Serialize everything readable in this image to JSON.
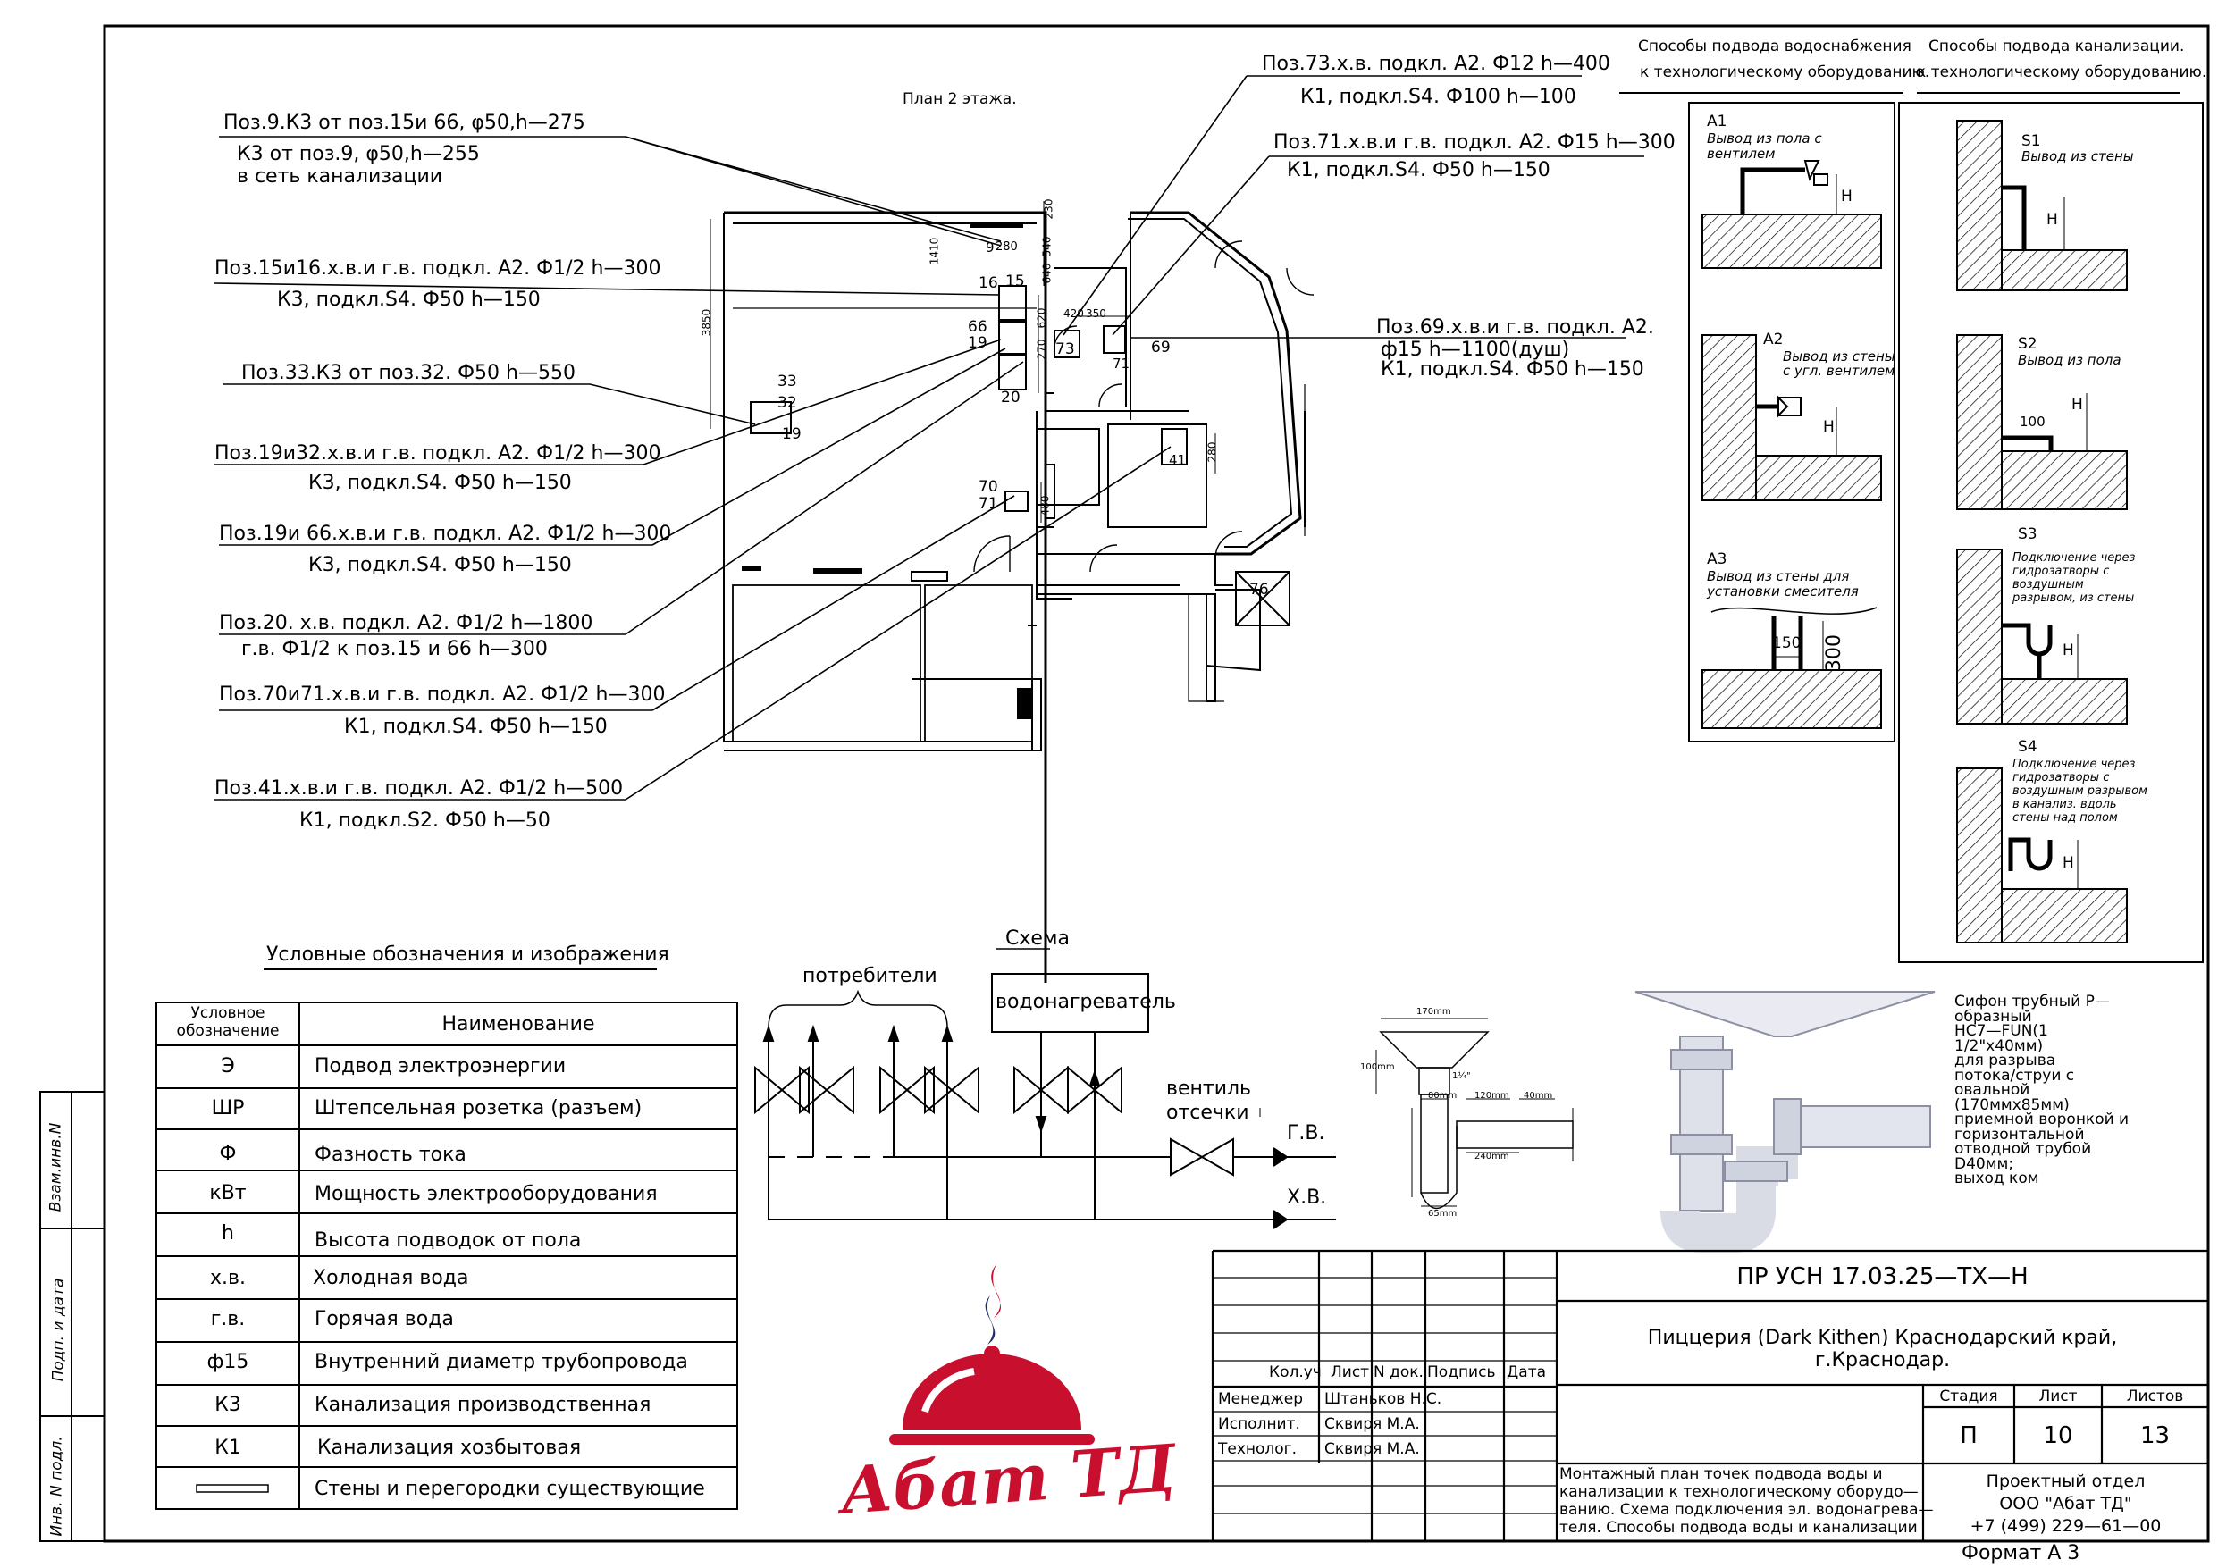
{
  "plan_title": "План 2 этажа.",
  "callouts": {
    "c1_l1": "Поз.9.К3  от  поз.15и 66, φ50,h—275",
    "c1_l2": "К3  от  поз.9, φ50,h—255",
    "c1_l3": "в  сеть  канализации",
    "c2_l1": "Поз.15и16.х.в.и  г.в. подкл. А2. Ф1/2  h—300",
    "c2_l2": "К3,  подкл.S4.  Ф50  h—150",
    "c3_l1": "Поз.33.К3  от  поз.32. Ф50  h—550",
    "c4_l1": "Поз.19и32.х.в.и  г.в. подкл. А2. Ф1/2  h—300",
    "c4_l2": "К3,  подкл.S4.  Ф50  h—150",
    "c5_l1": "Поз.19и  66.х.в.и  г.в. подкл. А2. Ф1/2  h—300",
    "c5_l2": "К3,  подкл.S4.  Ф50  h—150",
    "c6_l1": "Поз.20.  х.в.  подкл. А2.  Ф1/2  h—1800",
    "c6_l2": "г.в.  Ф1/2  к  поз.15  и  66  h—300",
    "c7_l1": "Поз.70и71.х.в.и  г.в. подкл. А2.  Ф1/2  h—300",
    "c7_l2": "К1,  подкл.S4.  Ф50  h—150",
    "c8_l1": "Поз.41.х.в.и  г.в. подкл. А2.  Ф1/2  h—500",
    "c8_l2": "К1,  подкл.S2.  Ф50  h—50",
    "r1_l1": "Поз.73.х.в. подкл. А2. Ф12  h—400",
    "r1_l2": "К1,  подкл.S4.  Ф100  h—100",
    "r2_l1": "Поз.71.х.в.и  г.в. подкл. А2. Ф15  h—300",
    "r2_l2": "К1,  подкл.S4.  Ф50  h—150",
    "r3_l1": "Поз.69.х.в.и  г.в. подкл. А2.",
    "r3_l2": "ф15  h—1100(душ)",
    "r3_l3": "К1,  подкл.S4.  Ф50  h—150"
  },
  "plan_labels": {
    "n9": "9",
    "n280": "280",
    "n15": "15",
    "n16": "16",
    "n66": "66",
    "n19": "19",
    "n73": "73",
    "n71": "71",
    "n69": "69",
    "n20": "20",
    "n33": "33",
    "n32": "32",
    "n19b": "19",
    "n70": "70",
    "n71b": "71",
    "n41": "41",
    "n76": "76",
    "d1410": "1410",
    "d3850": "3850",
    "d540": "540",
    "d640": "640",
    "d230": "230",
    "d420": "420",
    "d350": "350",
    "d620": "620",
    "d270": "270",
    "d280": "280",
    "d480": "480"
  },
  "water_panel": {
    "title_l1": "Способы подвода водоснабжения",
    "title_l2": "к технологическому оборудованию.",
    "a1": "А1",
    "a1_desc_l1": "Вывод из пола с",
    "a1_desc_l2": "вентилем",
    "a2": "А2",
    "a2_desc_l1": "Вывод из стены",
    "a2_desc_l2": "с угл. вентилем",
    "a3": "А3",
    "a3_desc_l1": "Вывод из стены для",
    "a3_desc_l2": "установки смесителя",
    "h": "H",
    "d150": "150",
    "d300": "300"
  },
  "sewer_panel": {
    "title_l1": "Способы подвода канализации.",
    "title_l2": "к технологическому оборудованию.",
    "s1": "S1",
    "s1_desc": "Вывод из стены",
    "s2": "S2",
    "s2_desc": "Вывод из пола",
    "d100": "100",
    "s3": "S3",
    "s3_desc_l1": "Подключение через",
    "s3_desc_l2": "гидрозатворы с",
    "s3_desc_l3": "воздушным",
    "s3_desc_l4": "разрывом, из стены",
    "s4": "S4",
    "s4_desc_l1": "Подключение через",
    "s4_desc_l2": "гидрозатворы с",
    "s4_desc_l3": "воздушным разрывом",
    "s4_desc_l4": "в канализ. вдоль",
    "s4_desc_l5": "стены над полом",
    "h": "H"
  },
  "legend": {
    "title": "Условные обозначения и изображения",
    "header_symbol_l1": "Условное",
    "header_symbol_l2": "обозначение",
    "header_name": "Наименование",
    "rows": [
      {
        "sym": "Э",
        "name": "Подвод электроэнергии"
      },
      {
        "sym": "ШР",
        "name": "Штепсельная розетка (разъем)"
      },
      {
        "sym": "Ф",
        "name": "Фазность тока"
      },
      {
        "sym": "кВт",
        "name": "Мощность электрооборудования"
      },
      {
        "sym": "h",
        "name": "Высота подводок от пола"
      },
      {
        "sym": "х.в.",
        "name": "Холодная вода"
      },
      {
        "sym": "г.в.",
        "name": "Горячая вода"
      },
      {
        "sym": "ф15",
        "name": "Внутренний диаметр трубопровода"
      },
      {
        "sym": "К3",
        "name": "Канализация производственная"
      },
      {
        "sym": "К1",
        "name": "Канализация хозбытовая"
      },
      {
        "sym": "",
        "name": "Стены и перегородки существующие"
      }
    ]
  },
  "schema": {
    "title": "Схема",
    "consumers": "потребители",
    "heater": "водонагреватель",
    "valve_l1": "вентиль",
    "valve_l2": "отсечки",
    "hot": "Г.В.",
    "cold": "Х.В."
  },
  "siphon": {
    "d170": "170mm",
    "d240": "240mm",
    "d100": "100mm",
    "d120": "120mm",
    "d40": "40mm",
    "d80": "80mm",
    "d65": "65mm",
    "d114": "1¼\"",
    "desc": [
      "Сифон трубный Р—",
      "образный",
      "НС7—FUN(1",
      "1/2\"х40мм)",
      "для разрыва",
      "потока/струи с",
      "овальной",
      "(170ммх85мм)",
      "приемной воронкой и",
      "горизонтальной",
      "отводной трубой",
      "D40мм;",
      "выход ком"
    ]
  },
  "logo": {
    "text": "Абат ТД"
  },
  "side_stamps": {
    "s1": "Взам.инв.N",
    "s2": "Подп. и дата",
    "s3": "Инв. N подл."
  },
  "title_block": {
    "doc_code": "ПР  УСН  17.03.25—ТХ—Н",
    "project_l1": "Пиццерия  (Dark  Kithen)  Краснодарский  край,",
    "project_l2": "г.Краснодар.",
    "col_kol": "Кол.уч",
    "col_list": "Лист",
    "col_ndok": "N  док.",
    "col_podp": "Подпись",
    "col_date": "Дата",
    "role1": "Менеджер",
    "name1": "Штаньков Н.С.",
    "role2": "Исполнит.",
    "name2": "Сквиря  М.А.",
    "role3": "Технолог.",
    "name3": "Сквиря  М.А.",
    "stage_h": "Стадия",
    "sheet_h": "Лист",
    "sheets_h": "Листов",
    "stage": "П",
    "sheet": "10",
    "sheets": "13",
    "desc_l1": "Монтажный  план  точек  подвода  воды  и",
    "desc_l2": "канализации  к  технологическому  оборудо—",
    "desc_l3": "ванию. Схема  подключения  эл. водонагрева—",
    "desc_l4": "теля. Способы  подвода  воды  и  канализации",
    "org_l1": "Проектный  отдел",
    "org_l2": "ООО  \"Абат  ТД\"",
    "org_l3": "+7  (499)  229—61—00"
  },
  "format": "Формат  А 3"
}
